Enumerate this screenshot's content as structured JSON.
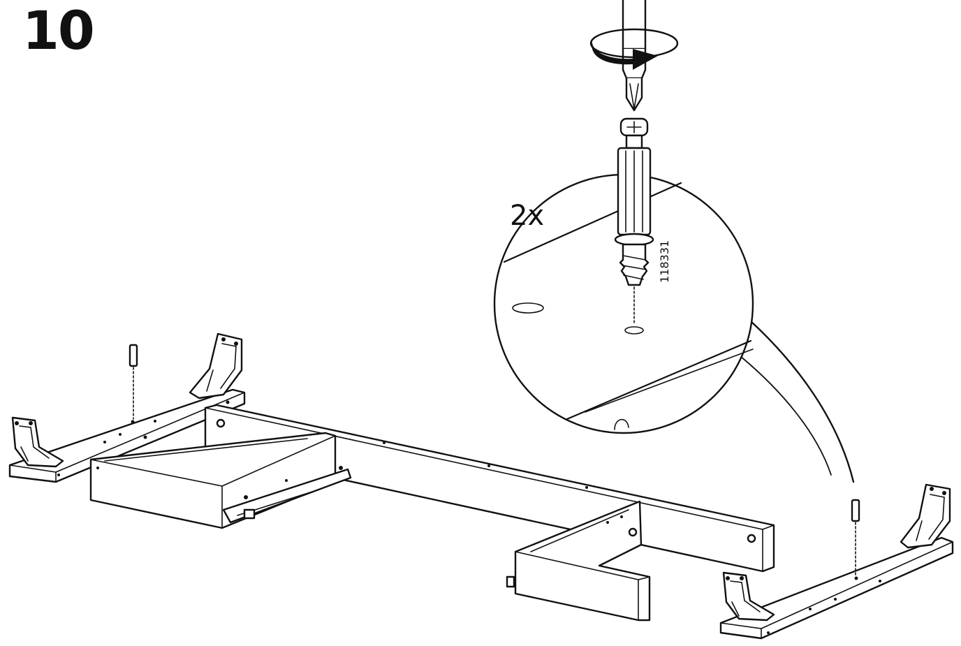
{
  "step": {
    "number": "10"
  },
  "detail": {
    "quantity": "2x",
    "part_number": "118331"
  },
  "icons": {
    "screwdriver": "screwdriver-icon",
    "rotation_arrow": "rotate-clockwise-arrow-icon",
    "dowel": "cam-lock-dowel-icon"
  }
}
